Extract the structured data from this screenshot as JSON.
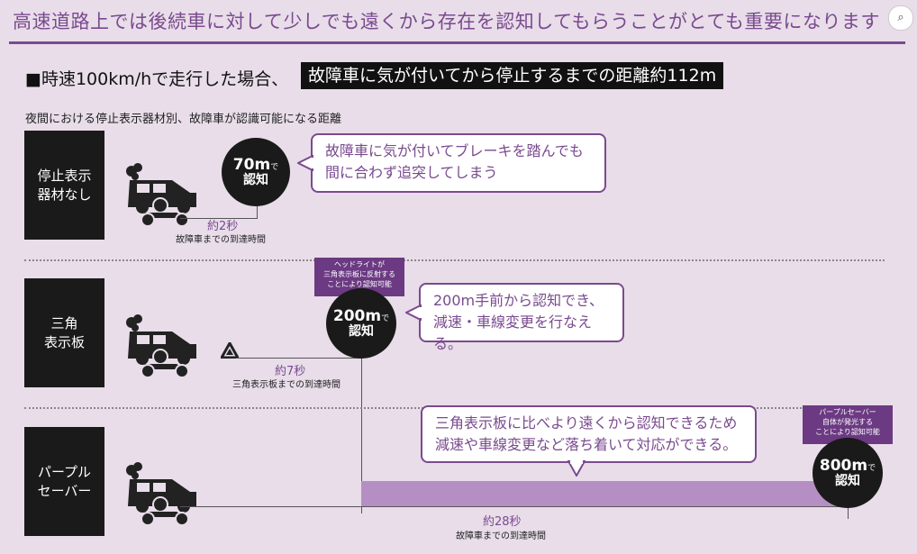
{
  "header": {
    "title": "高速道路上では後続車に対して少しでも遠くから存在を認知してもらうことがとても重要になります",
    "icon": "zoom-icon"
  },
  "section": {
    "heading_prefix": "■時速100km/hで走行した場合、",
    "heading_highlight": "故障車に気が付いてから停止するまでの距離約112m",
    "caption": "夜間における停止表示器材別、故障車が認識可能になる距離"
  },
  "rows": [
    {
      "label": "停止表示\n器材なし",
      "distance": "70m",
      "de": "で",
      "recognize": "認知",
      "time": "約2秒",
      "time_caption": "故障車までの到達時間",
      "bubble": "故障車に気が付いてブレーキを踏んでも\n間に合わず追突してしまう"
    },
    {
      "label": "三角\n表示板",
      "tag": "ヘッドライトが\n三角表示板に反射する\nことにより認知可能",
      "distance": "200m",
      "de": "で",
      "recognize": "認知",
      "time": "約7秒",
      "time_caption": "三角表示板までの到達時間",
      "bubble": "200m手前から認知でき、\n減速・車線変更を行なえる。"
    },
    {
      "label": "パープル\nセーバー",
      "tag": "パープルセーバー\n自体が発光する\nことにより認知可能",
      "distance": "800m",
      "de": "で",
      "recognize": "認知",
      "time": "約28秒",
      "time_caption": "故障車までの到達時間",
      "bubble": "三角表示板に比べより遠くから認知できるため\n減速や車線変更など落ち着いて対応ができる。"
    }
  ],
  "colors": {
    "accent": "#7a4a8f",
    "bar": "#b58fc3",
    "dark": "#1a1a1a"
  }
}
